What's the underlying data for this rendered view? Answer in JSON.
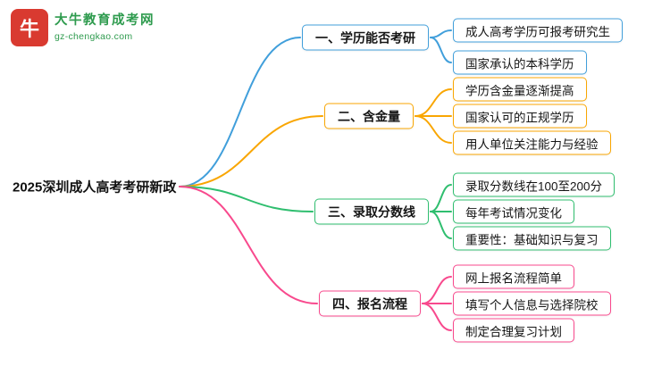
{
  "logo": {
    "icon_text": "牛",
    "icon_bg": "#d93a30",
    "brand": "大牛教育成考网",
    "domain": "gz-chengkao.com",
    "brand_color": "#2e9b4e"
  },
  "root": {
    "label": "2025深圳成人高考考研新政"
  },
  "branches": [
    {
      "label": "一、学历能否考研",
      "color": "#419fdb",
      "leaves": [
        "成人高考学历可报考研究生",
        "国家承认的本科学历"
      ]
    },
    {
      "label": "二、含金量",
      "color": "#f9a602",
      "leaves": [
        "学历含金量逐渐提高",
        "国家认可的正规学历",
        "用人单位关注能力与经验"
      ]
    },
    {
      "label": "三、录取分数线",
      "color": "#2fbe6f",
      "leaves": [
        "录取分数线在100至200分",
        "每年考试情况变化",
        "重要性：基础知识与复习"
      ]
    },
    {
      "label": "四、报名流程",
      "color": "#f8498d",
      "leaves": [
        "网上报名流程简单",
        "填写个人信息与选择院校",
        "制定合理复习计划"
      ]
    }
  ]
}
